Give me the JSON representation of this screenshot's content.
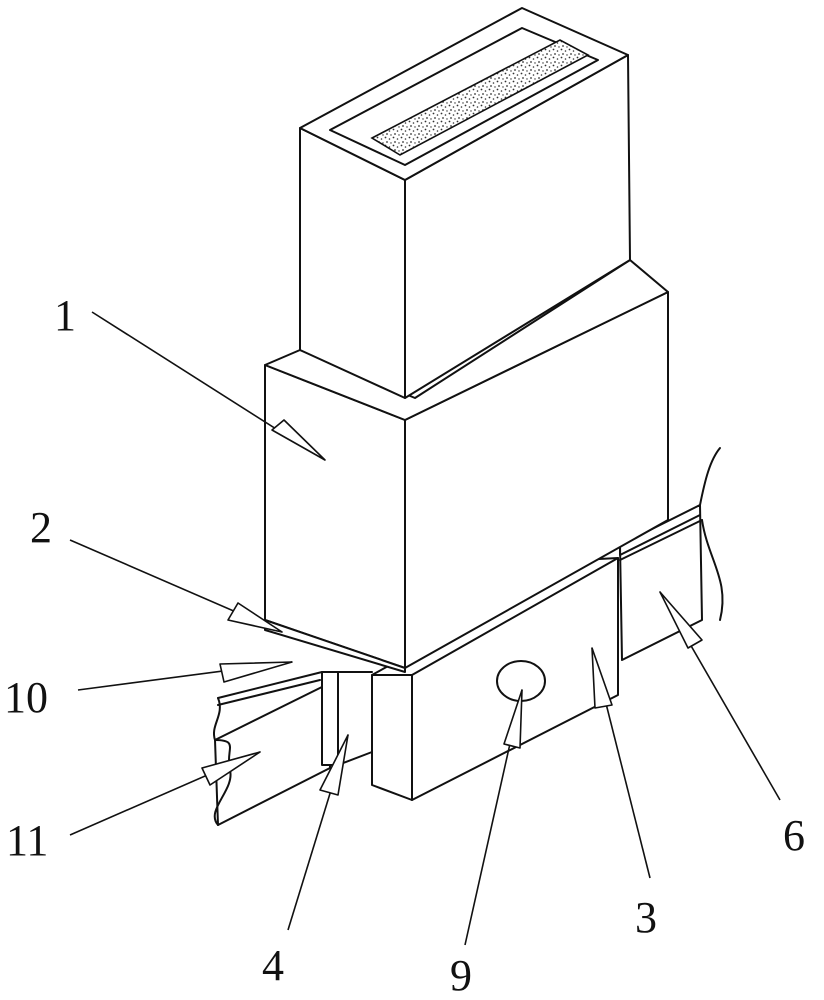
{
  "labels": {
    "l1": "1",
    "l2": "2",
    "l3": "3",
    "l4": "4",
    "l6": "6",
    "l9": "9",
    "l10": "10",
    "l11": "11"
  }
}
